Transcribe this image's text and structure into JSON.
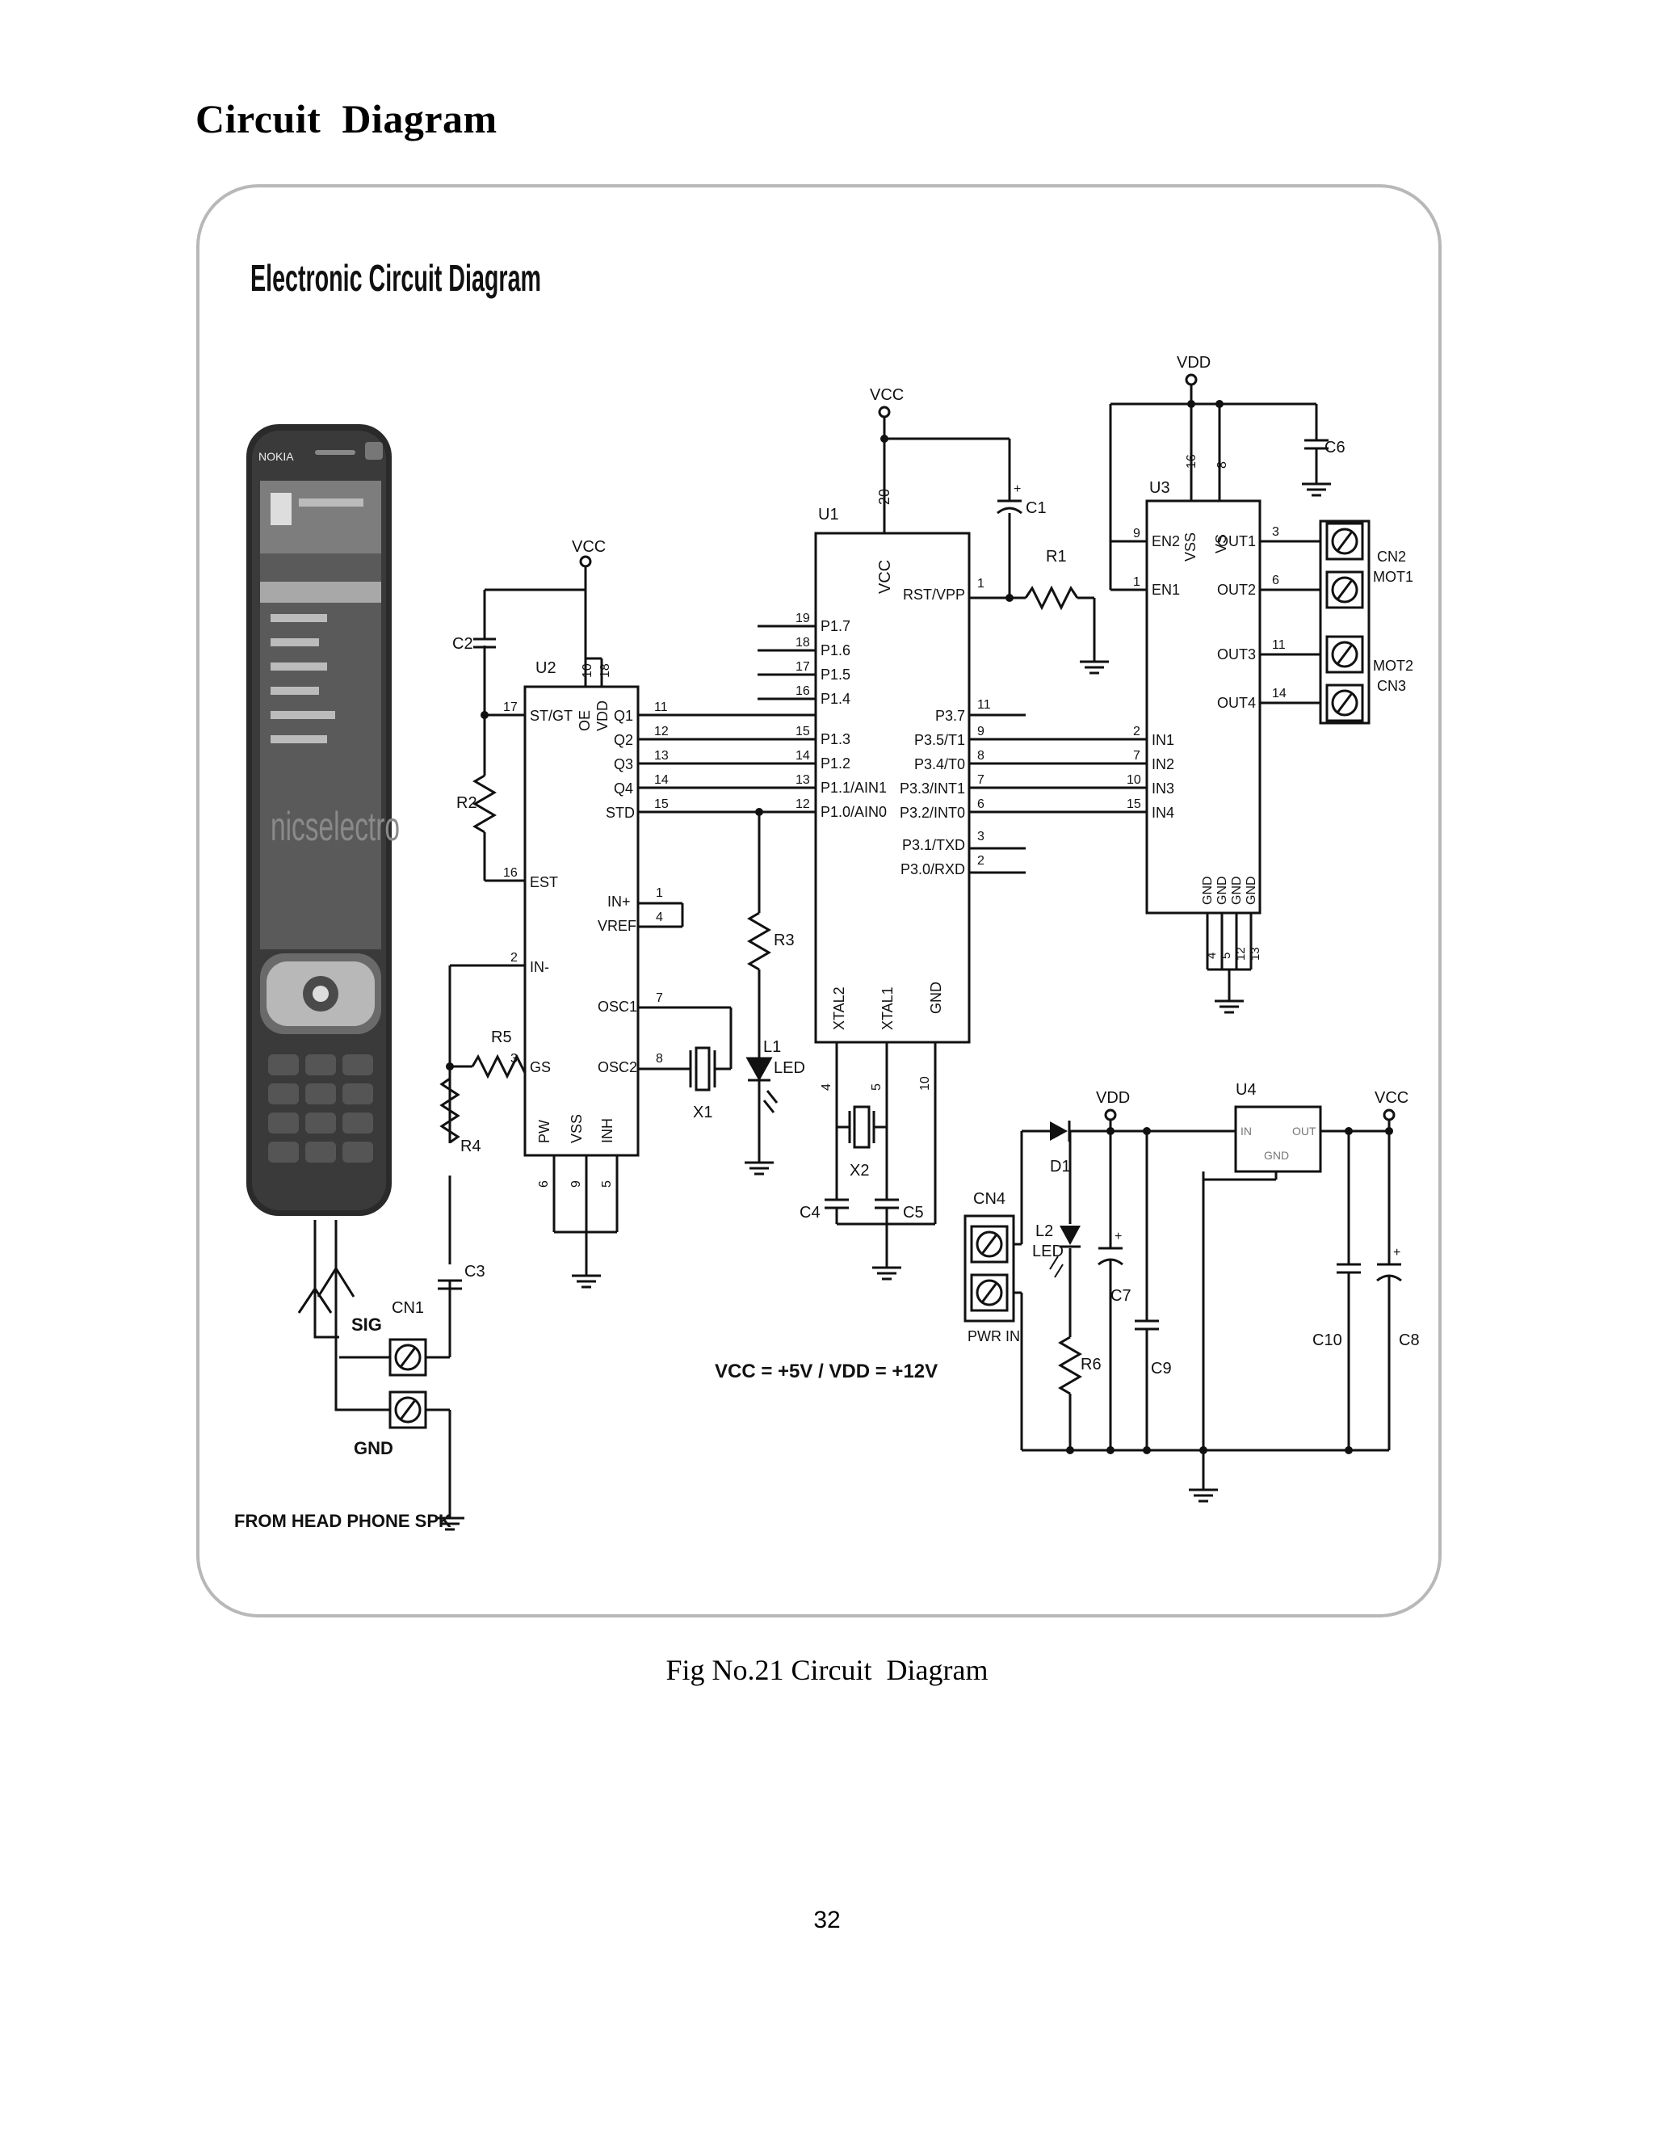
{
  "page": {
    "heading": "Circuit  Diagram",
    "caption": "Fig No.21 Circuit  Diagram",
    "page_number": "32"
  },
  "diagram": {
    "title": "Electronic Circuit Diagram",
    "supply_note": "VCC = +5V / VDD = +12V",
    "input_note": "FROM HEAD PHONE SPK",
    "u1": {
      "ref": "U1",
      "power_pin": "20",
      "power_label": "VCC",
      "left_pins": [
        {
          "num": "19",
          "name": "P1.7"
        },
        {
          "num": "18",
          "name": "P1.6"
        },
        {
          "num": "17",
          "name": "P1.5"
        },
        {
          "num": "16",
          "name": "P1.4"
        },
        {
          "num": "15",
          "name": "P1.3"
        },
        {
          "num": "14",
          "name": "P1.2"
        },
        {
          "num": "13",
          "name": "P1.1/AIN1"
        },
        {
          "num": "12",
          "name": "P1.0/AIN0"
        }
      ],
      "right_pins": [
        {
          "num": "1",
          "name": "RST/VPP"
        },
        {
          "num": "11",
          "name": "P3.7"
        },
        {
          "num": "9",
          "name": "P3.5/T1"
        },
        {
          "num": "8",
          "name": "P3.4/T0"
        },
        {
          "num": "7",
          "name": "P3.3/INT1"
        },
        {
          "num": "6",
          "name": "P3.2/INT0"
        },
        {
          "num": "3",
          "name": "P3.1/TXD"
        },
        {
          "num": "2",
          "name": "P3.0/RXD"
        }
      ],
      "bottom_pins": [
        {
          "num": "4",
          "name": "XTAL2"
        },
        {
          "num": "5",
          "name": "XTAL1"
        },
        {
          "num": "10",
          "name": "GND"
        }
      ]
    },
    "u2": {
      "ref": "U2",
      "top_pins": [
        "10",
        "18"
      ],
      "top_names": [
        "OE",
        "VDD"
      ],
      "power_label": "VCC",
      "left_pins": [
        {
          "num": "17",
          "name": "ST/GT"
        },
        {
          "num": "16",
          "name": "EST"
        },
        {
          "num": "2",
          "name": "IN-"
        },
        {
          "num": "3",
          "name": "GS"
        }
      ],
      "right_pins": [
        {
          "num": "11",
          "name": "Q1"
        },
        {
          "num": "12",
          "name": "Q2"
        },
        {
          "num": "13",
          "name": "Q3"
        },
        {
          "num": "14",
          "name": "Q4"
        },
        {
          "num": "15",
          "name": "STD"
        },
        {
          "num": "1",
          "name": "IN+"
        },
        {
          "num": "4",
          "name": "VREF"
        },
        {
          "num": "7",
          "name": "OSC1"
        },
        {
          "num": "8",
          "name": "OSC2"
        }
      ],
      "bottom_pins": [
        {
          "num": "6",
          "name": "PW"
        },
        {
          "num": "9",
          "name": "VSS"
        },
        {
          "num": "5",
          "name": "INH"
        }
      ]
    },
    "u3": {
      "ref": "U3",
      "top_pins": [
        "16",
        "8"
      ],
      "top_names": [
        "VSS",
        "VS"
      ],
      "power_label": "VDD",
      "left_pins": [
        {
          "num": "9",
          "name": "EN2"
        },
        {
          "num": "1",
          "name": "EN1"
        },
        {
          "num": "2",
          "name": "IN1"
        },
        {
          "num": "7",
          "name": "IN2"
        },
        {
          "num": "10",
          "name": "IN3"
        },
        {
          "num": "15",
          "name": "IN4"
        }
      ],
      "right_pins": [
        {
          "num": "3",
          "name": "OUT1"
        },
        {
          "num": "6",
          "name": "OUT2"
        },
        {
          "num": "11",
          "name": "OUT3"
        },
        {
          "num": "14",
          "name": "OUT4"
        }
      ],
      "bottom_pins": [
        "4",
        "5",
        "12",
        "13"
      ],
      "bottom_names": [
        "GND",
        "GND",
        "GND",
        "GND"
      ]
    },
    "u4": {
      "ref": "U4",
      "in": "IN",
      "out": "OUT",
      "gnd": "GND",
      "in_rail": "VDD",
      "out_rail": "VCC"
    },
    "components": {
      "r1": "R1",
      "r2": "R2",
      "r3": "R3",
      "r4": "R4",
      "r5": "R5",
      "r6": "R6",
      "c1": "C1",
      "c2": "C2",
      "c3": "C3",
      "c4": "C4",
      "c5": "C5",
      "c6": "C6",
      "c7": "C7",
      "c8": "C8",
      "c9": "C9",
      "c10": "C10",
      "x1": "X1",
      "x2": "X2",
      "l1": "L1",
      "l2": "L2",
      "led": "LED",
      "d1": "D1",
      "vcc": "VCC",
      "vdd": "VDD",
      "plus": "+"
    },
    "connectors": {
      "cn1": "CN1",
      "sig": "SIG",
      "gnd": "GND",
      "cn2": "CN2",
      "mot1": "MOT1",
      "mot2": "MOT2",
      "cn3": "CN3",
      "cn4": "CN4",
      "pwr_in": "PWR IN"
    },
    "phone": {
      "brand": "NOKIA",
      "screen_watermark": "nicselectro"
    }
  },
  "colors": {
    "ink": "#111111",
    "frame": "#b8b8b8",
    "phone_body": "#2a2a2a"
  }
}
